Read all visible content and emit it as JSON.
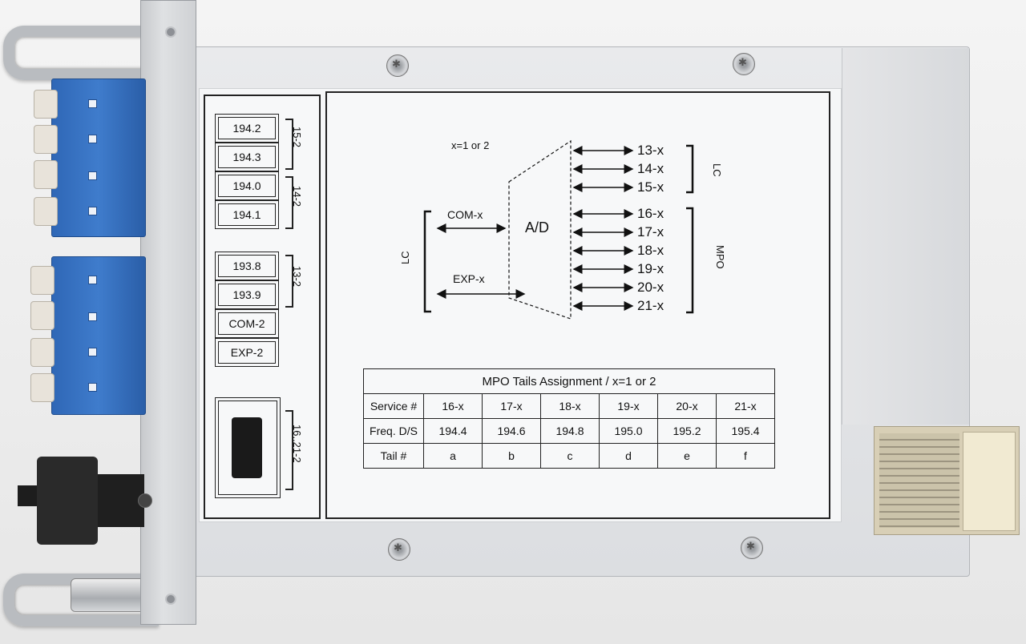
{
  "left_panel": {
    "freq_boxes": [
      {
        "label": "194.2"
      },
      {
        "label": "194.3"
      },
      {
        "label": "194.0"
      },
      {
        "label": "194.1"
      },
      {
        "label": "193.8"
      },
      {
        "label": "193.9"
      },
      {
        "label": "COM-2"
      },
      {
        "label": "EXP-2"
      }
    ],
    "group_labels": [
      "15-2",
      "14-2",
      "13-2",
      "16..21-2"
    ]
  },
  "diagram": {
    "note": "x=1 or 2",
    "com": "COM-x",
    "exp": "EXP-x",
    "ad": "A/D",
    "left_group": "LC",
    "right_lc_group": "LC",
    "right_mpo_group": "MPO",
    "ports": [
      "13-x",
      "14-x",
      "15-x",
      "16-x",
      "17-x",
      "18-x",
      "19-x",
      "20-x",
      "21-x"
    ]
  },
  "table": {
    "title": "MPO Tails Assignment / x=1 or 2",
    "rows": [
      [
        "Service #",
        "16-x",
        "17-x",
        "18-x",
        "19-x",
        "20-x",
        "21-x"
      ],
      [
        "Freq. D/S",
        "194.4",
        "194.6",
        "194.8",
        "195.0",
        "195.2",
        "195.4"
      ],
      [
        "Tail #",
        "a",
        "b",
        "c",
        "d",
        "e",
        "f"
      ]
    ]
  },
  "colors": {
    "lc_adapter": "#3a74c4",
    "label_bg": "#f5f6f7",
    "housing": "#dcdee1"
  }
}
